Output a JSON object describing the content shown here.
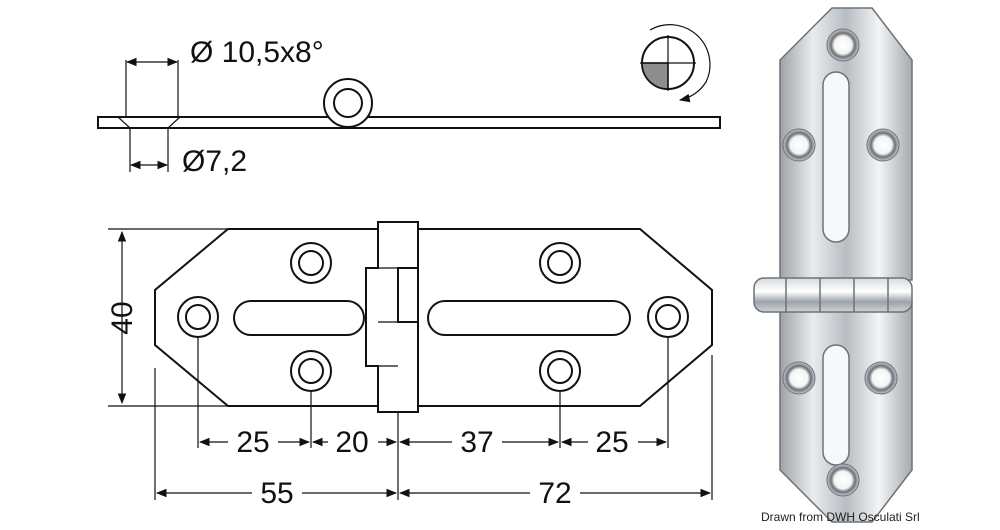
{
  "top_view": {
    "countersink_label": "Ø 10,5x8°",
    "hole_label": "Ø7,2"
  },
  "front_view": {
    "height_label": "40",
    "spacing_labels": [
      "25",
      "20",
      "37",
      "25"
    ],
    "overall_labels": [
      "55",
      "72"
    ]
  },
  "credit": "Drawn from DWH Osculati Srl"
}
